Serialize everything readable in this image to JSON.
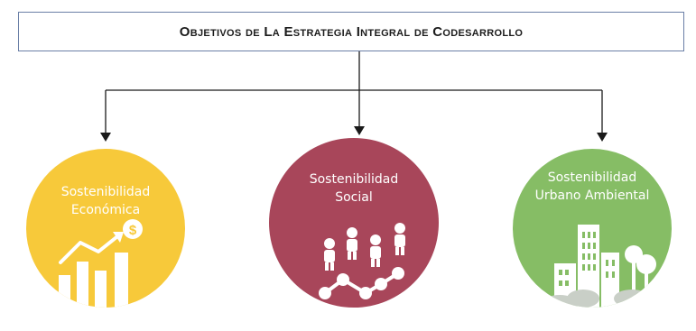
{
  "header": {
    "title": "Objetivos de La Estrategia Integral de Codesarrollo"
  },
  "nodes": [
    {
      "line1": "Sostenibilidad",
      "line2": "Económica",
      "color": "#f7c93a",
      "icon": "growth-chart-icon"
    },
    {
      "line1": "Sostenibilidad",
      "line2": "Social",
      "color": "#a8465a",
      "icon": "people-network-icon"
    },
    {
      "line1": "Sostenibilidad",
      "line2": "Urbano Ambiental",
      "color": "#86bd65",
      "icon": "city-trees-icon"
    }
  ],
  "icon_symbols": {
    "currency": "$"
  }
}
